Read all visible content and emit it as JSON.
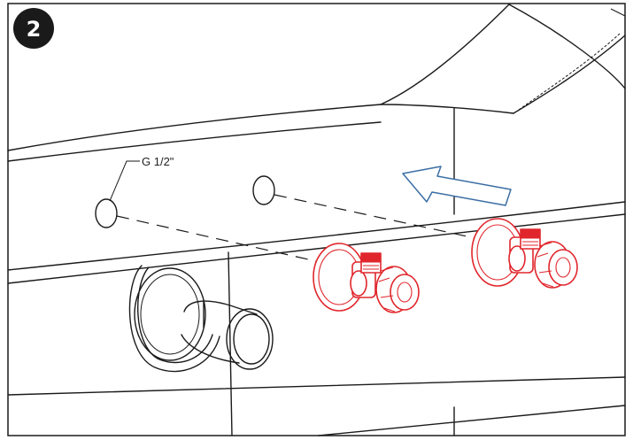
{
  "step": {
    "number": "2"
  },
  "callout": {
    "thread_label": "G 1/2\""
  },
  "colors": {
    "line": "#1a1a1a",
    "valve": "#e0262c",
    "arrow": "#3b6ea5",
    "badge": "#1a1a1a"
  },
  "parts": {
    "mount_holes": 2,
    "angle_valves": 2,
    "drain_pipe": 1
  },
  "icons": [
    "step-badge",
    "insert-direction-arrow",
    "angle-valve",
    "drain-pipe-stub"
  ]
}
